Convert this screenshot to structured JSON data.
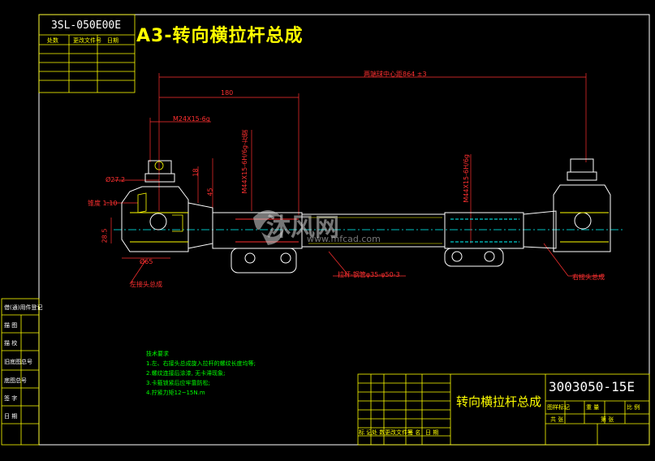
{
  "drawing": {
    "title": "A3-转向横拉杆总成",
    "top_code": "3SL-050E00E",
    "bottom_code": "3003050-15E",
    "assembly_name": "转向横拉杆总成"
  },
  "revision_table": {
    "headers": [
      "处数",
      "更改文件号",
      "日期"
    ]
  },
  "dimensions": {
    "overall": "两端球中心距864 ±3",
    "d180": "180",
    "thread_left": "M24X15-6g",
    "thread_mid": "M44X15-6H/6g-左旋",
    "thread_right": "M44X15-6H/6g",
    "dia_27_2": "Ø27.2",
    "taper": "锥度 1:10",
    "d28_5": "28.5",
    "dia_65": "Ø65",
    "d18": "18",
    "d45": "45",
    "tube": "拉杆-钢管φ35-φ50-3",
    "left_joint": "左接头总成",
    "right_joint": "右接头总成"
  },
  "technical_notes": {
    "heading": "技术要求",
    "items": [
      "1.左、右接头总成旋入拉杆的螺纹长度均等;",
      "2.螺纹连接后涂漆, 无卡滞现象;",
      "3.卡箍锁紧后应牢靠防松;",
      "4.拧紧力矩12~15N.m"
    ]
  },
  "side_labels": [
    "借(通)用件登记",
    "描 图",
    "描 校",
    "旧底图总号",
    "底图总号",
    "签 字",
    "日 期"
  ],
  "title_block": {
    "row_labels": [
      "标 记",
      "处 数",
      "更改文件号",
      "签 名",
      "日 期"
    ],
    "right_labels": [
      "图样标记",
      "重 量",
      "比 例",
      "共 张",
      "第 张"
    ]
  },
  "watermark": {
    "main": "沐风网",
    "sub": "www.mfcad.com"
  },
  "colors": {
    "frame": "#ffff00",
    "part": "#ffffff",
    "dim": "#ff3030",
    "center": "#00ffff",
    "green": "#00ff00"
  }
}
